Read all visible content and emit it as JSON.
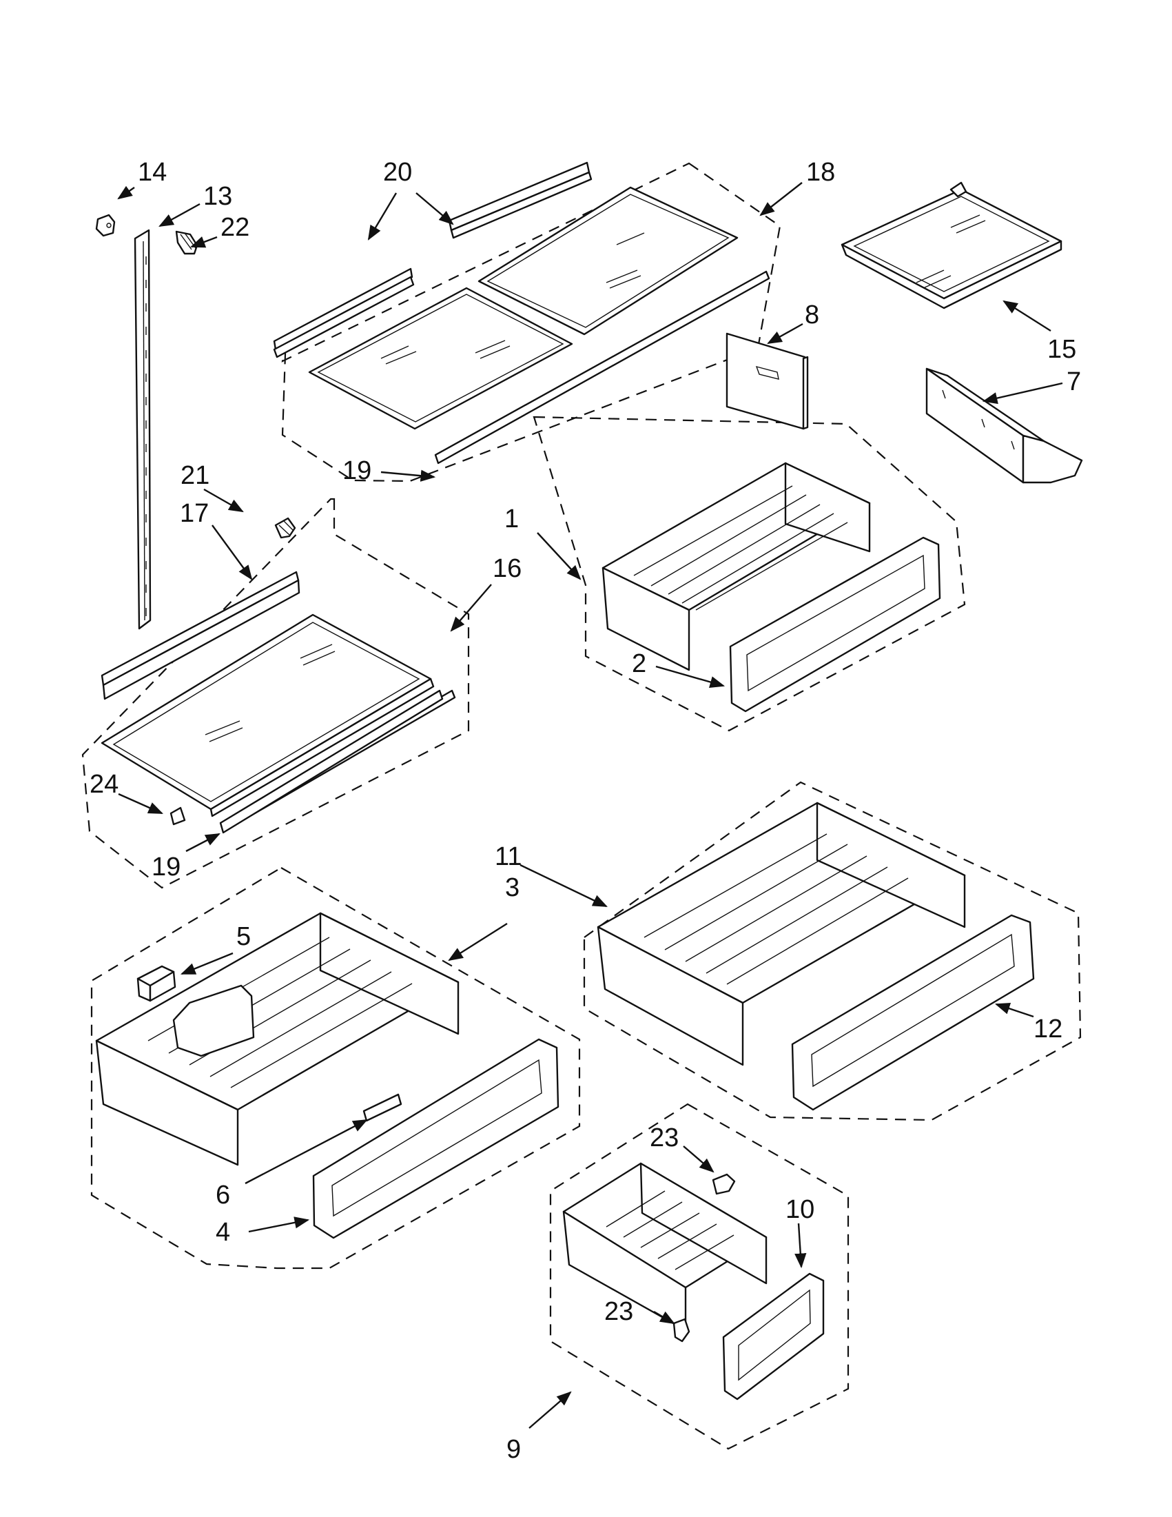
{
  "callouts": {
    "c1": "1",
    "c2": "2",
    "c3": "3",
    "c4": "4",
    "c5": "5",
    "c6": "6",
    "c7": "7",
    "c8": "8",
    "c9": "9",
    "c10": "10",
    "c11": "11",
    "c12": "12",
    "c13": "13",
    "c14": "14",
    "c15": "15",
    "c16": "16",
    "c17": "17",
    "c18": "18",
    "c19a": "19",
    "c19b": "19",
    "c20": "20",
    "c21": "21",
    "c22": "22",
    "c23a": "23",
    "c23b": "23",
    "c24": "24"
  }
}
